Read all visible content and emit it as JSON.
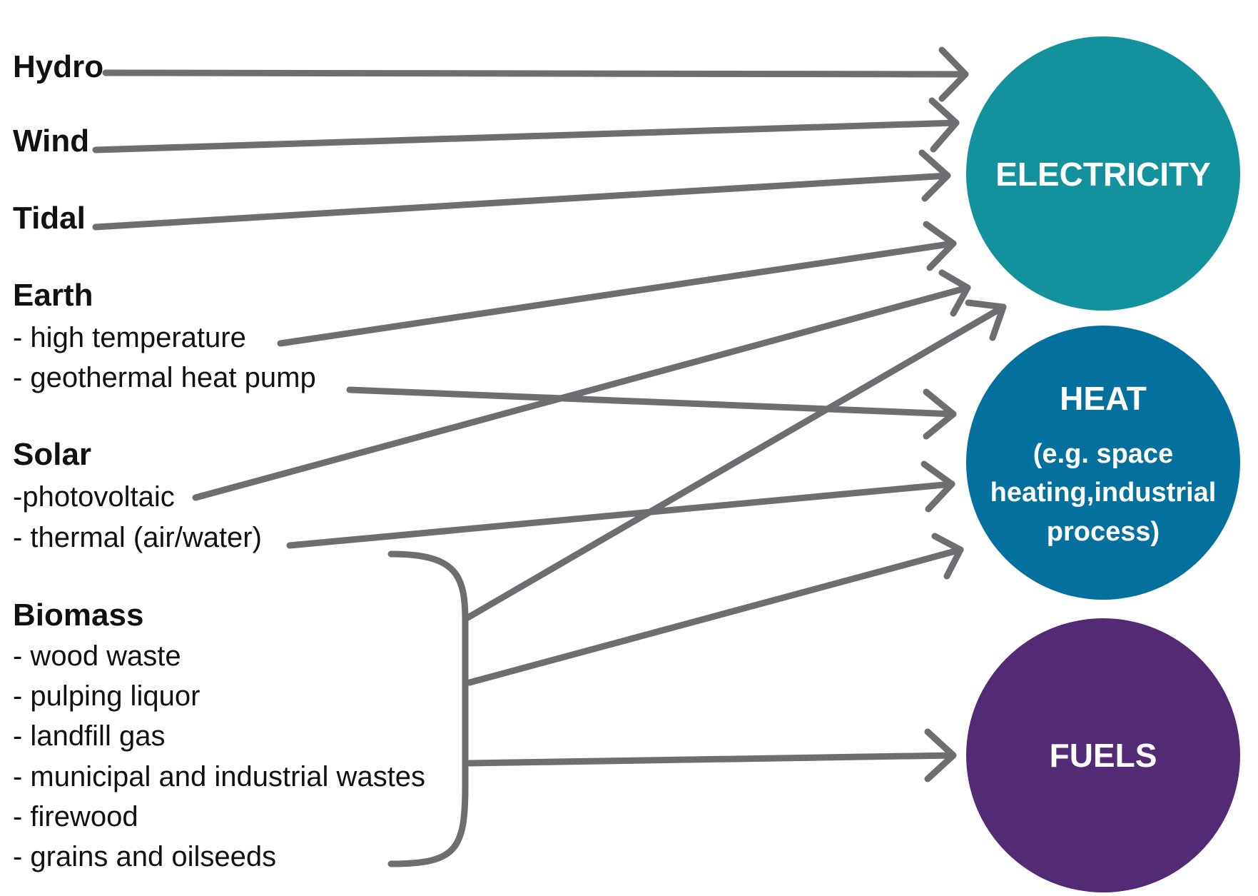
{
  "colors": {
    "arrow": "#6e6e72",
    "electricity": "#13929d",
    "heat": "#04709e",
    "fuels": "#532a74",
    "text": "#111111",
    "node_text": "#ffffff"
  },
  "sources": {
    "hydro": {
      "label": "Hydro"
    },
    "wind": {
      "label": "Wind"
    },
    "tidal": {
      "label": "Tidal"
    },
    "earth": {
      "label": "Earth",
      "items": [
        "- high temperature",
        "- geothermal heat pump"
      ]
    },
    "solar": {
      "label": "Solar",
      "items": [
        "-photovoltaic",
        "- thermal (air/water)"
      ]
    },
    "biomass": {
      "label": "Biomass",
      "items": [
        "- wood waste",
        "- pulping liquor",
        "- landfill gas",
        "- municipal and industrial wastes",
        "- firewood",
        "- grains and oilseeds"
      ]
    }
  },
  "outputs": {
    "electricity": {
      "label": "ELECTRICITY"
    },
    "heat": {
      "label": "HEAT",
      "sub": [
        "(e.g. space",
        "heating,industrial",
        "process)"
      ]
    },
    "fuels": {
      "label": "FUELS"
    }
  },
  "connections": [
    {
      "from": "Hydro",
      "to": "ELECTRICITY"
    },
    {
      "from": "Wind",
      "to": "ELECTRICITY"
    },
    {
      "from": "Tidal",
      "to": "ELECTRICITY"
    },
    {
      "from": "- high temperature",
      "to": "ELECTRICITY"
    },
    {
      "from": "- geothermal heat pump",
      "to": "HEAT"
    },
    {
      "from": "-photovoltaic",
      "to": "ELECTRICITY"
    },
    {
      "from": "- thermal (air/water)",
      "to": "HEAT"
    },
    {
      "from": "Biomass",
      "to": "ELECTRICITY"
    },
    {
      "from": "Biomass",
      "to": "HEAT"
    },
    {
      "from": "Biomass",
      "to": "FUELS"
    }
  ]
}
